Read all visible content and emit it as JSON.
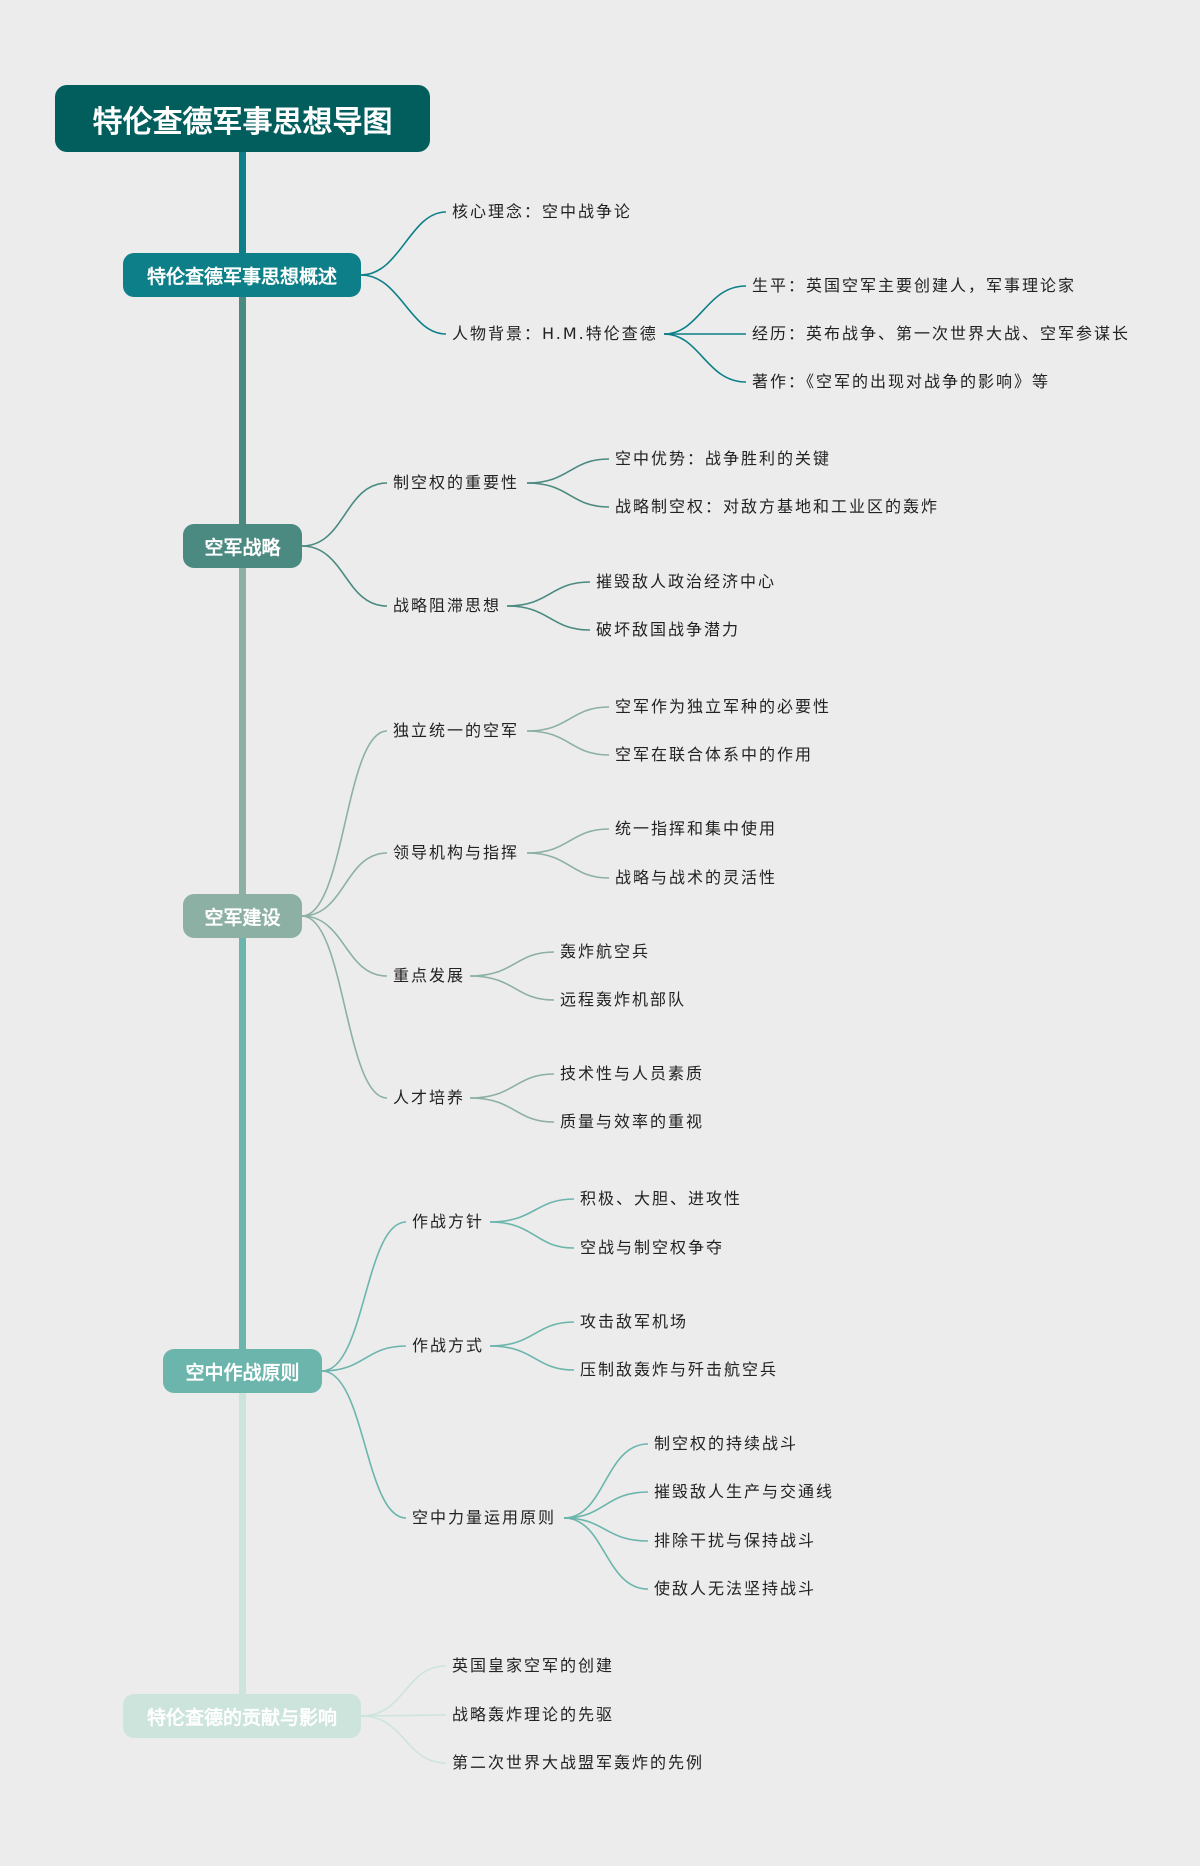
{
  "title": "特伦查德军事思想导图",
  "colors": {
    "background": "#ececec",
    "root": "#025e5c",
    "branch1": "#0c7f88",
    "branch2": "#4a8a80",
    "branch3": "#8cb0a4",
    "branch4": "#6bb5ac",
    "branch5": "#cde4dc"
  },
  "branches": [
    {
      "label": "特伦查德军事思想概述",
      "children": [
        {
          "label": "核心理念：空中战争论",
          "children": []
        },
        {
          "label": "人物背景：H.M.特伦查德",
          "children": [
            {
              "label": "生平：英国空军主要创建人，军事理论家"
            },
            {
              "label": "经历：英布战争、第一次世界大战、空军参谋长"
            },
            {
              "label": "著作：《空军的出现对战争的影响》等"
            }
          ]
        }
      ]
    },
    {
      "label": "空军战略",
      "children": [
        {
          "label": "制空权的重要性",
          "children": [
            {
              "label": "空中优势：战争胜利的关键"
            },
            {
              "label": "战略制空权：对敌方基地和工业区的轰炸"
            }
          ]
        },
        {
          "label": "战略阻滞思想",
          "children": [
            {
              "label": "摧毁敌人政治经济中心"
            },
            {
              "label": "破坏敌国战争潜力"
            }
          ]
        }
      ]
    },
    {
      "label": "空军建设",
      "children": [
        {
          "label": "独立统一的空军",
          "children": [
            {
              "label": "空军作为独立军种的必要性"
            },
            {
              "label": "空军在联合体系中的作用"
            }
          ]
        },
        {
          "label": "领导机构与指挥",
          "children": [
            {
              "label": "统一指挥和集中使用"
            },
            {
              "label": "战略与战术的灵活性"
            }
          ]
        },
        {
          "label": "重点发展",
          "children": [
            {
              "label": "轰炸航空兵"
            },
            {
              "label": "远程轰炸机部队"
            }
          ]
        },
        {
          "label": "人才培养",
          "children": [
            {
              "label": "技术性与人员素质"
            },
            {
              "label": "质量与效率的重视"
            }
          ]
        }
      ]
    },
    {
      "label": "空中作战原则",
      "children": [
        {
          "label": "作战方针",
          "children": [
            {
              "label": "积极、大胆、进攻性"
            },
            {
              "label": "空战与制空权争夺"
            }
          ]
        },
        {
          "label": "作战方式",
          "children": [
            {
              "label": "攻击敌军机场"
            },
            {
              "label": "压制敌轰炸与歼击航空兵"
            }
          ]
        },
        {
          "label": "空中力量运用原则",
          "children": [
            {
              "label": "制空权的持续战斗"
            },
            {
              "label": "摧毁敌人生产与交通线"
            },
            {
              "label": "排除干扰与保持战斗"
            },
            {
              "label": "使敌人无法坚持战斗"
            }
          ]
        }
      ]
    },
    {
      "label": "特伦查德的贡献与影响",
      "children": [
        {
          "label": "英国皇家空军的创建",
          "children": []
        },
        {
          "label": "战略轰炸理论的先驱",
          "children": []
        },
        {
          "label": "第二次世界大战盟军轰炸的先例",
          "children": []
        }
      ]
    }
  ]
}
